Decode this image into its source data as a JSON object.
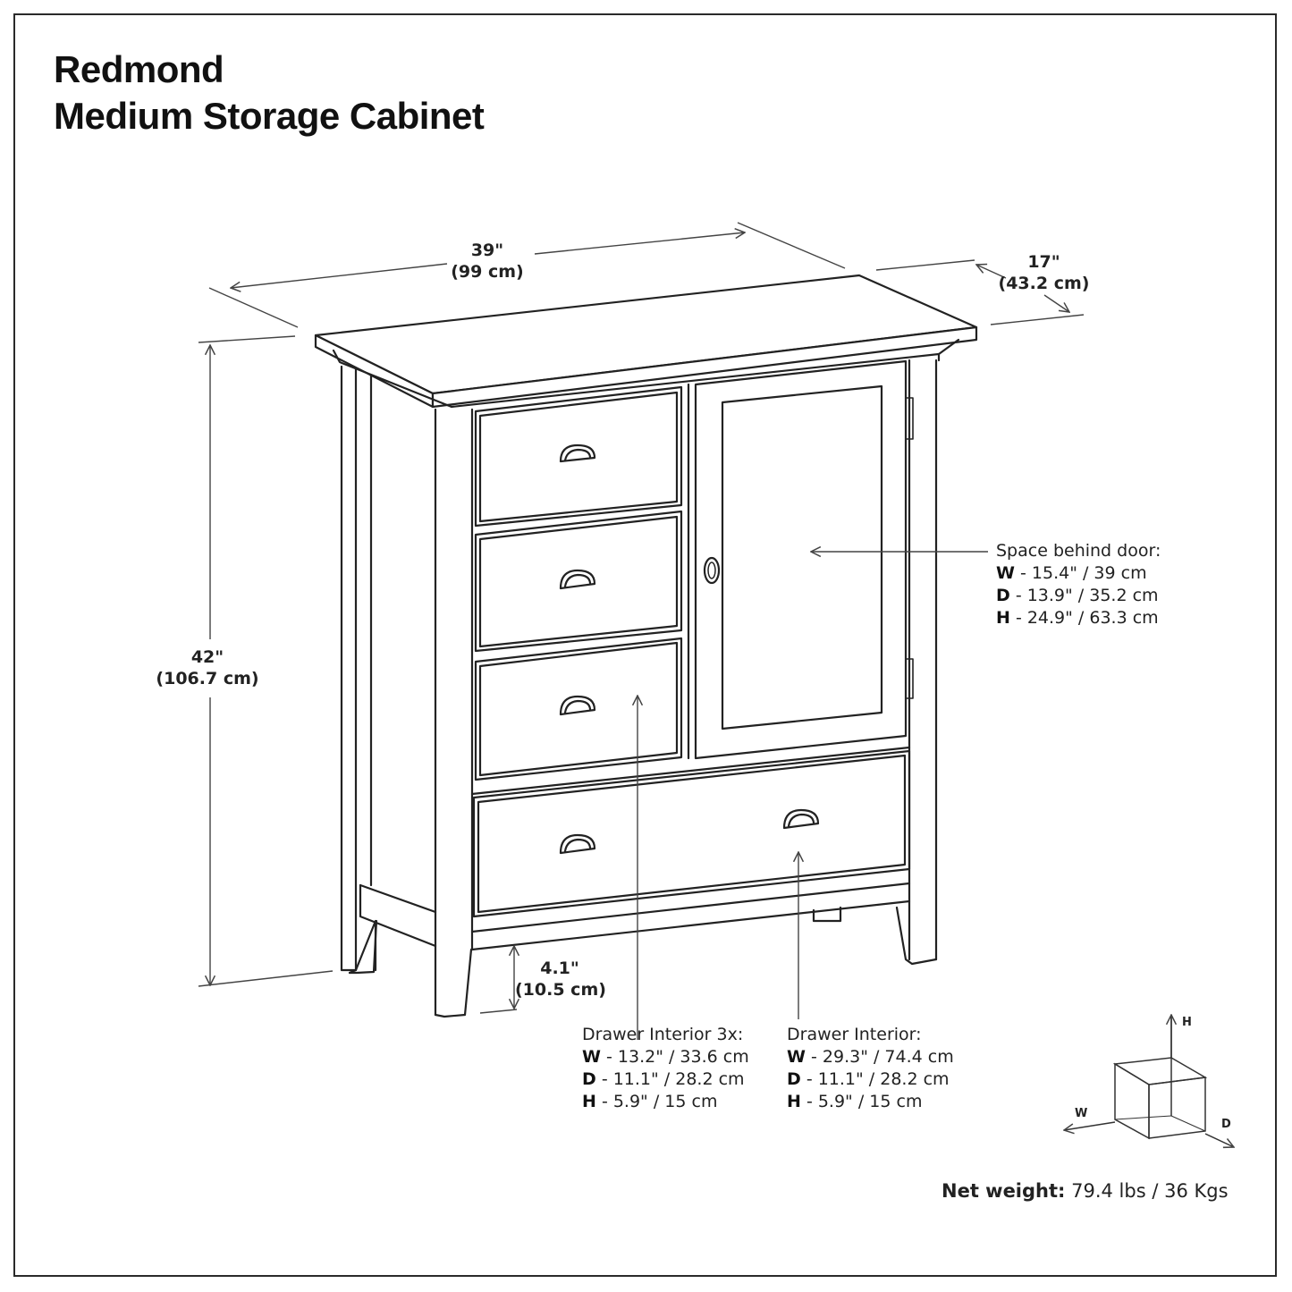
{
  "title": {
    "line1": "Redmond",
    "line2": "Medium Storage Cabinet"
  },
  "dimensions": {
    "width": {
      "imperial": "39\"",
      "metric": "(99 cm)"
    },
    "depth": {
      "imperial": "17\"",
      "metric": "(43.2 cm)"
    },
    "height": {
      "imperial": "42\"",
      "metric": "(106.7 cm)"
    },
    "clearance": {
      "imperial": "4.1\"",
      "metric": "(10.5 cm)"
    }
  },
  "door_space": {
    "heading": "Space behind door:",
    "w_key": "W",
    "w_val": " - 15.4\" / 39 cm",
    "d_key": "D",
    "d_val": " - 13.9\" / 35.2 cm",
    "h_key": "H",
    "h_val": " - 24.9\" / 63.3 cm"
  },
  "small_drawers": {
    "heading": "Drawer Interior 3x:",
    "w_key": "W",
    "w_val": " - 13.2\" / 33.6 cm",
    "d_key": "D",
    "d_val": " - 11.1\" / 28.2 cm",
    "h_key": "H",
    "h_val": " - 5.9\" / 15 cm"
  },
  "large_drawer": {
    "heading": "Drawer Interior:",
    "w_key": "W",
    "w_val": " - 29.3\" / 74.4 cm",
    "d_key": "D",
    "d_val": " - 11.1\" / 28.2 cm",
    "h_key": "H",
    "h_val": " - 5.9\" / 15 cm"
  },
  "axes": {
    "h": "H",
    "w": "W",
    "d": "D"
  },
  "weight": {
    "label": "Net weight:",
    "value": " 79.4 lbs / 36 Kgs"
  },
  "colors": {
    "line": "#222222",
    "dim_line": "#444444",
    "background": "#ffffff"
  }
}
